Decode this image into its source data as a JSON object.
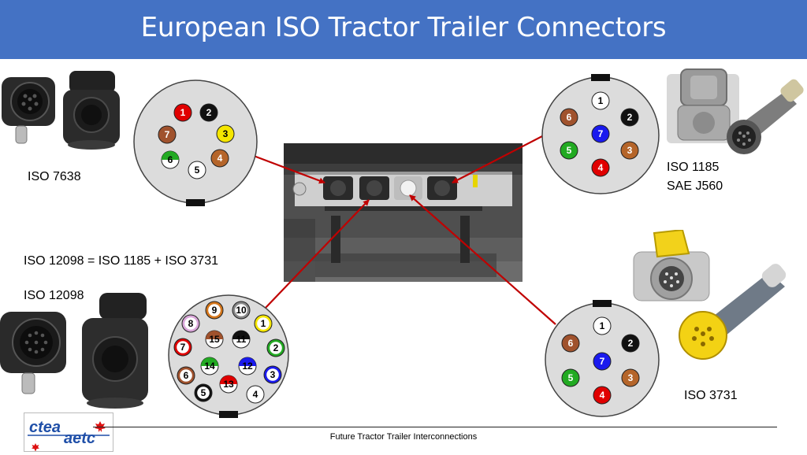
{
  "slide": {
    "title": "European ISO Tractor Trailer Connectors",
    "footer": "Future Tractor Trailer Interconnections"
  },
  "labels": {
    "iso7638": "ISO 7638",
    "iso1185": "ISO 1185",
    "saej560": "SAE J560",
    "equation": "ISO 12098 = ISO 1185 + ISO 3731",
    "iso12098": "ISO 12098",
    "iso3731": "ISO 3731"
  },
  "logo": {
    "text": "ctea aetc"
  },
  "colors": {
    "banner": "#4472c4",
    "arrow": "#c00000",
    "red": "#e00000",
    "black": "#111111",
    "yellow": "#f5e600",
    "orange_brown": "#b5652a",
    "brown": "#a0522d",
    "green": "#22aa22",
    "blue": "#1a1aee",
    "white": "#ffffff",
    "pink": "#d9a6d9",
    "grey": "#888888",
    "dark_orange": "#d4761b"
  },
  "connectors": {
    "iso7638": {
      "pins": [
        "1",
        "2",
        "3",
        "4",
        "5",
        "6",
        "7"
      ]
    },
    "iso1185": {
      "pins": [
        "1",
        "2",
        "3",
        "4",
        "5",
        "6",
        "7"
      ]
    },
    "iso3731": {
      "pins": [
        "1",
        "2",
        "3",
        "4",
        "5",
        "6",
        "7"
      ]
    },
    "iso12098": {
      "pins": [
        "1",
        "2",
        "3",
        "4",
        "5",
        "6",
        "7",
        "8",
        "9",
        "10",
        "11",
        "12",
        "13",
        "14",
        "15"
      ]
    }
  }
}
